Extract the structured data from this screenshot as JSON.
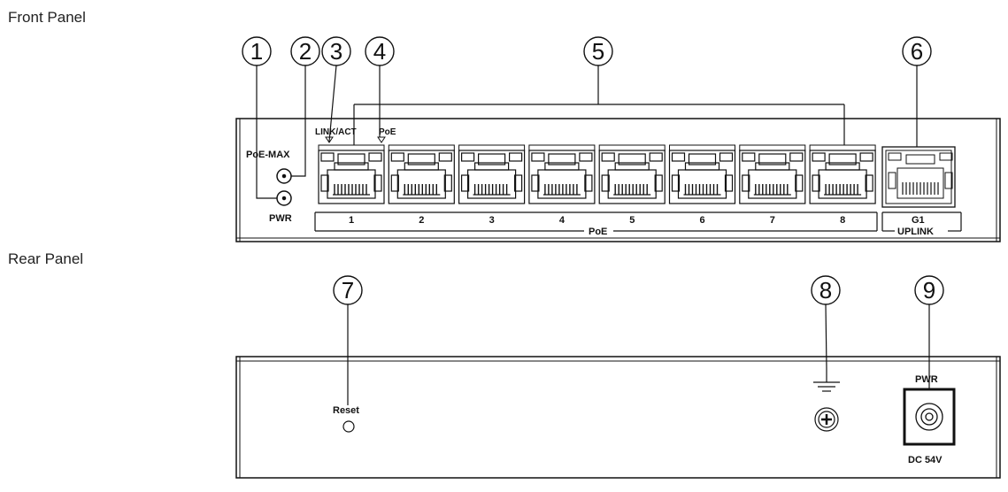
{
  "titles": {
    "front": "Front Panel",
    "rear": "Rear Panel"
  },
  "callouts": [
    "1",
    "2",
    "3",
    "4",
    "5",
    "6",
    "7",
    "8",
    "9"
  ],
  "front_labels": {
    "link_act": "LINK/ACT",
    "poe_led": "PoE",
    "poe_max": "PoE-MAX",
    "pwr": "PWR",
    "port_numbers": [
      "1",
      "2",
      "3",
      "4",
      "5",
      "6",
      "7",
      "8"
    ],
    "poe_group": "PoE",
    "uplink_port": "G1",
    "uplink_group": "UPLINK"
  },
  "rear_labels": {
    "reset": "Reset",
    "pwr": "PWR",
    "dc": "DC 54V"
  },
  "icons": {
    "callout": "circled-number-icon",
    "rj45": "rj45-port-icon",
    "sfp": "combo-port-icon",
    "led": "led-indicator-icon",
    "ground": "ground-screw-icon",
    "power_jack": "dc-power-jack-icon"
  }
}
